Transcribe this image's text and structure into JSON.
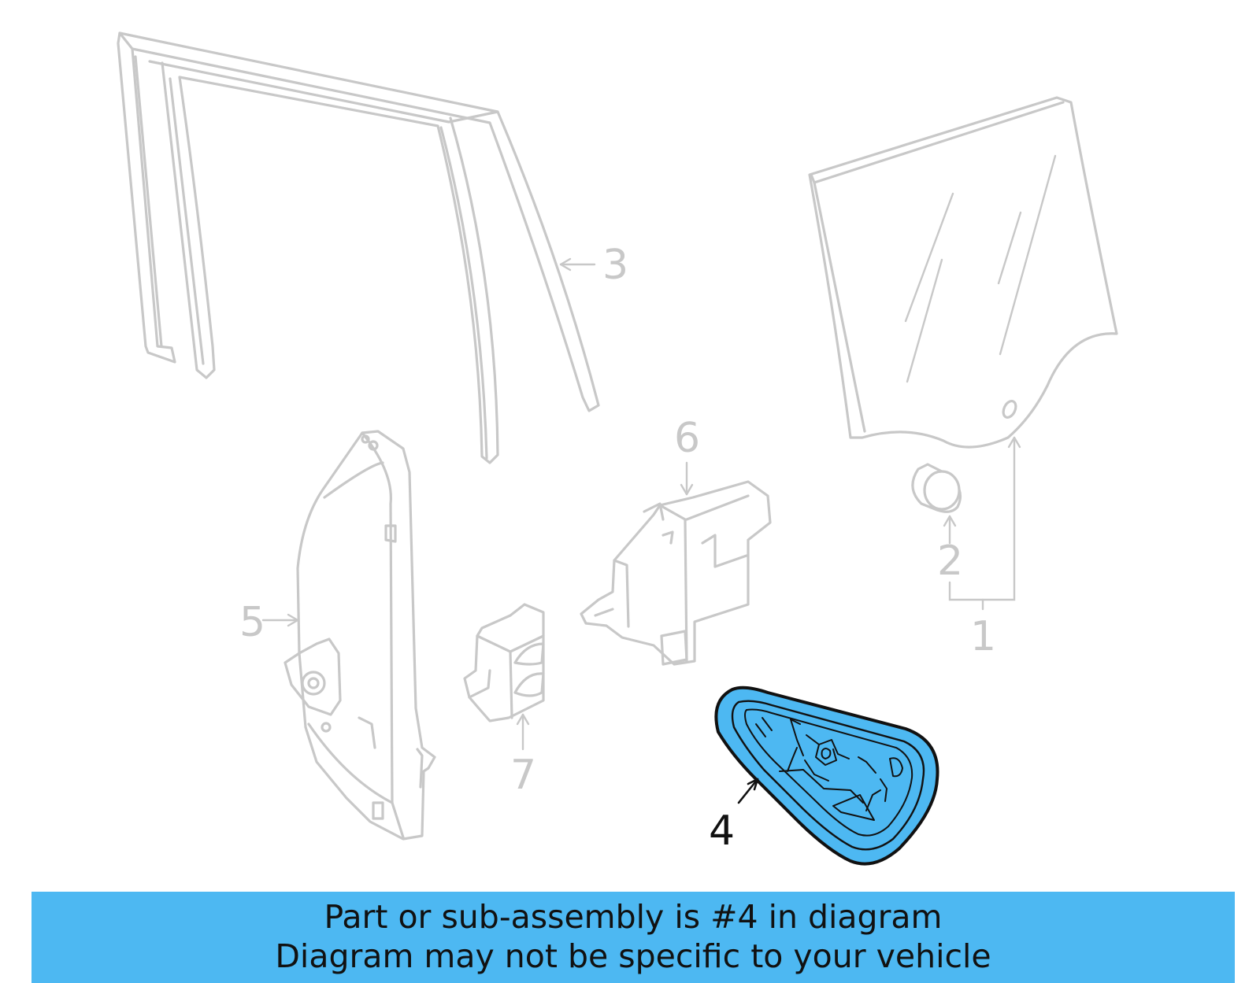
{
  "diagram": {
    "callouts": [
      {
        "id": "1",
        "label": "1"
      },
      {
        "id": "2",
        "label": "2"
      },
      {
        "id": "3",
        "label": "3"
      },
      {
        "id": "4",
        "label": "4",
        "highlighted": true
      },
      {
        "id": "5",
        "label": "5"
      },
      {
        "id": "6",
        "label": "6"
      },
      {
        "id": "7",
        "label": "7"
      }
    ],
    "highlight_color": "#4db8f2",
    "ghost_color": "#c8c8c8"
  },
  "banner": {
    "line1": "Part or sub-assembly is #4 in diagram",
    "line2": "Diagram may not be specific to your vehicle",
    "background": "#4db8f2"
  }
}
